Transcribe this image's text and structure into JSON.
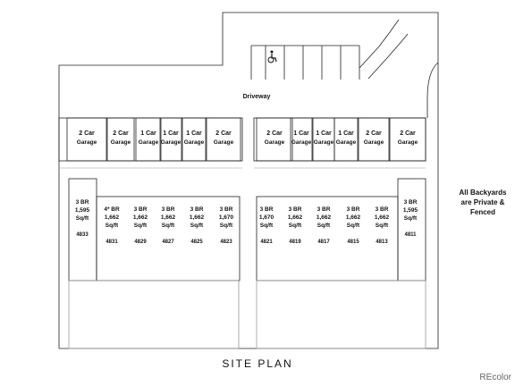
{
  "driveway_label": "Driveway",
  "accessible_icon": "wheelchair-icon",
  "garages": [
    {
      "l1": "2 Car",
      "l2": "Garage"
    },
    {
      "l1": "2 Car",
      "l2": "Garage"
    },
    {
      "l1": "1 Car",
      "l2": "Garage"
    },
    {
      "l1": "1 Car",
      "l2": "Garage"
    },
    {
      "l1": "1 Car",
      "l2": "Garage"
    },
    {
      "l1": "2 Car",
      "l2": "Garage"
    },
    {
      "l1": "2 Car",
      "l2": "Garage"
    },
    {
      "l1": "1 Car",
      "l2": "Garage"
    },
    {
      "l1": "1 Car",
      "l2": "Garage"
    },
    {
      "l1": "1 Car",
      "l2": "Garage"
    },
    {
      "l1": "2 Car",
      "l2": "Garage"
    },
    {
      "l1": "2 Car",
      "l2": "Garage"
    }
  ],
  "units": [
    {
      "beds": "3 BR",
      "sqft": "1,595",
      "unit": "Sq/ft",
      "num": "4833"
    },
    {
      "beds": "4* BR",
      "sqft": "1,662",
      "unit": "Sq/ft",
      "num": "4831"
    },
    {
      "beds": "3 BR",
      "sqft": "1,662",
      "unit": "Sq/ft",
      "num": "4829"
    },
    {
      "beds": "3 BR",
      "sqft": "1,662",
      "unit": "Sq/ft",
      "num": "4827"
    },
    {
      "beds": "3 BR",
      "sqft": "1,662",
      "unit": "Sq/ft",
      "num": "4825"
    },
    {
      "beds": "3 BR",
      "sqft": "1,670",
      "unit": "Sq/ft",
      "num": "4823"
    },
    {
      "beds": "3 BR",
      "sqft": "1,670",
      "unit": "Sq/ft",
      "num": "4821"
    },
    {
      "beds": "3 BR",
      "sqft": "1,662",
      "unit": "Sq/ft",
      "num": "4819"
    },
    {
      "beds": "3 BR",
      "sqft": "1,662",
      "unit": "Sq/ft",
      "num": "4817"
    },
    {
      "beds": "3 BR",
      "sqft": "1,662",
      "unit": "Sq/ft",
      "num": "4815"
    },
    {
      "beds": "3 BR",
      "sqft": "1,662",
      "unit": "Sq/ft",
      "num": "4813"
    },
    {
      "beds": "3 BR",
      "sqft": "1,595",
      "unit": "Sq/ft",
      "num": "4811"
    }
  ],
  "note": {
    "line1": "All Backyards",
    "line2": "are Private &",
    "line3": "Fenced"
  },
  "title": "SITE PLAN",
  "watermark": "REcolor"
}
